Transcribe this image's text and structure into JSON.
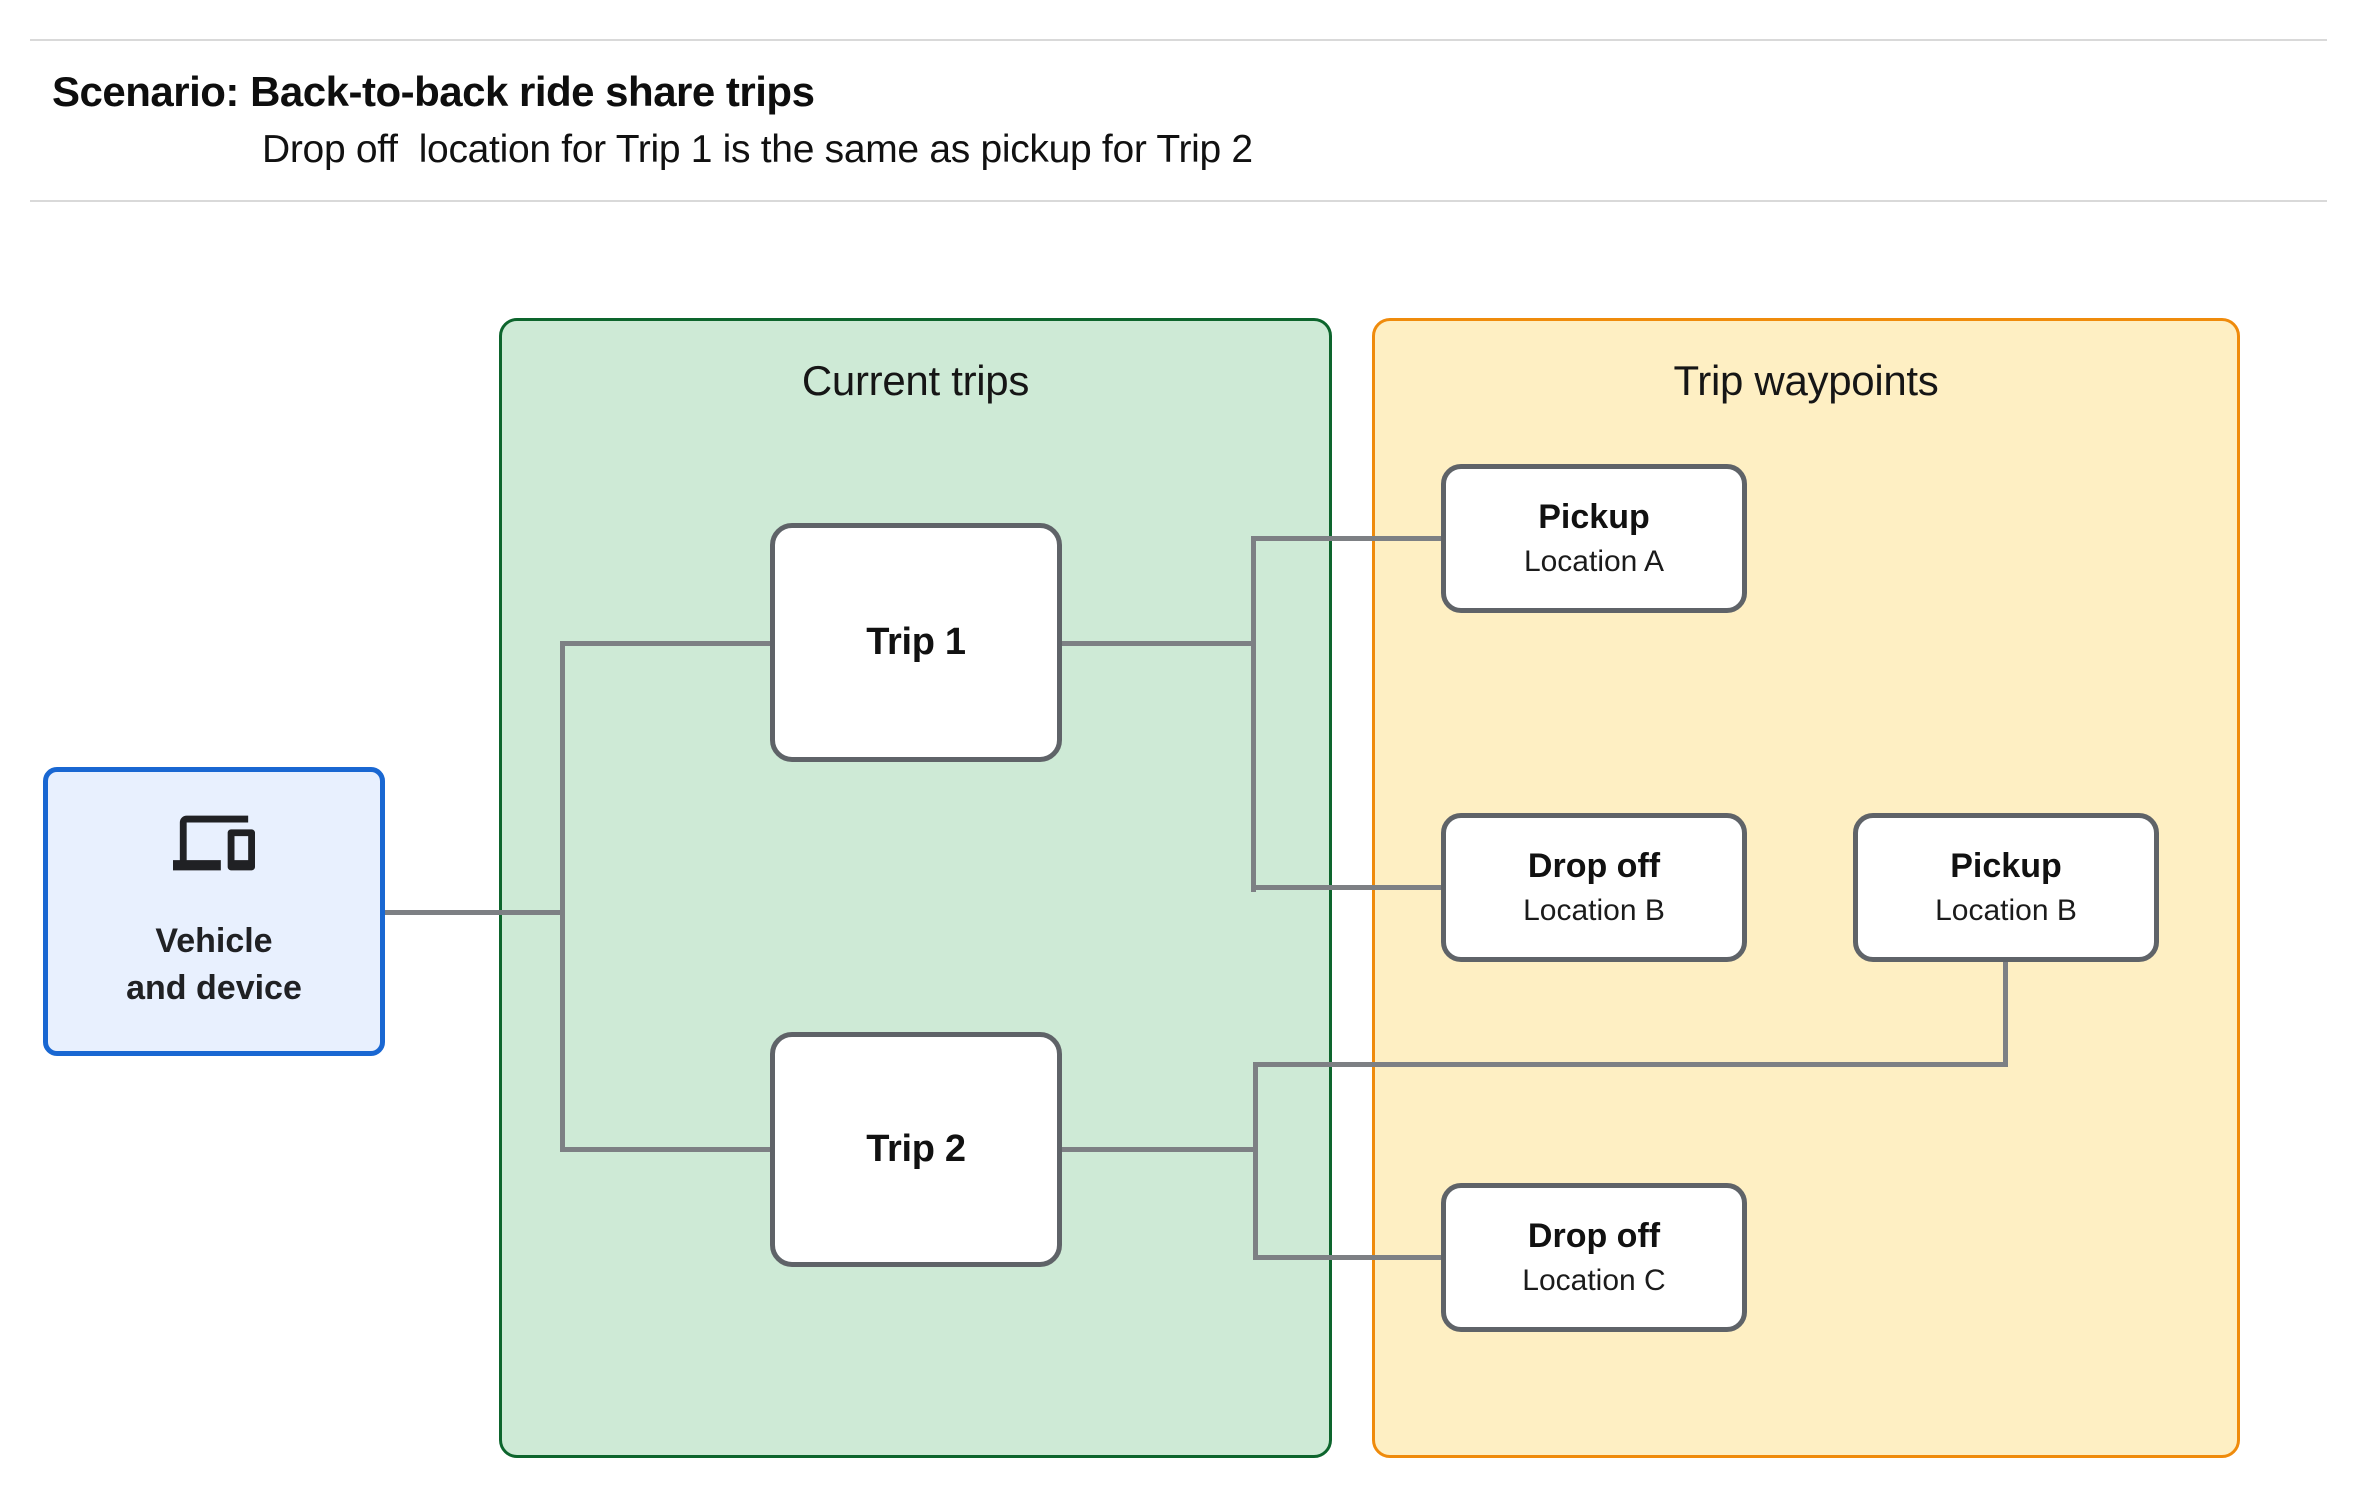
{
  "header": {
    "title": "Scenario: Back-to-back ride share trips",
    "subtitle": "Drop off  location for Trip 1 is the same as pickup for Trip 2"
  },
  "vehicle_box": {
    "icon": "devices-icon",
    "line1": "Vehicle",
    "line2": "and device"
  },
  "groups": {
    "current_trips": {
      "title": "Current trips"
    },
    "trip_waypoints": {
      "title": "Trip waypoints"
    }
  },
  "trips": [
    {
      "label": "Trip 1"
    },
    {
      "label": "Trip 2"
    }
  ],
  "waypoints": [
    {
      "title": "Pickup",
      "subtitle": "Location A"
    },
    {
      "title": "Drop off",
      "subtitle": "Location B"
    },
    {
      "title": "Pickup",
      "subtitle": "Location B"
    },
    {
      "title": "Drop off",
      "subtitle": "Location C"
    }
  ],
  "colors": {
    "vehicle_fill": "#e8f0fe",
    "vehicle_border": "#1967d2",
    "current_trips_fill": "#ceead6",
    "current_trips_border": "#0d652d",
    "trip_waypoints_fill": "#feefc3",
    "trip_waypoints_border": "#ef8b0c",
    "node_border": "#5f6368",
    "connector": "#7d8084"
  }
}
